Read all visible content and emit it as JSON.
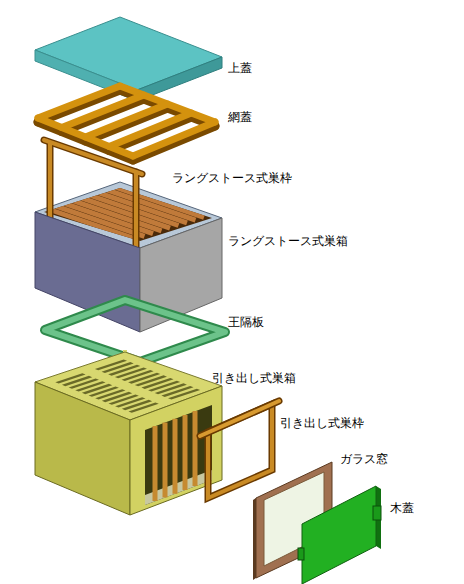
{
  "diagram": {
    "labels": [
      "上蓋",
      "網蓋",
      "ラングストース式巣枠",
      "ラングストース式巣箱",
      "王隔板",
      "引き出し式巣箱",
      "引き出し式巣枠",
      "ガラス窓",
      "木蓋"
    ]
  }
}
